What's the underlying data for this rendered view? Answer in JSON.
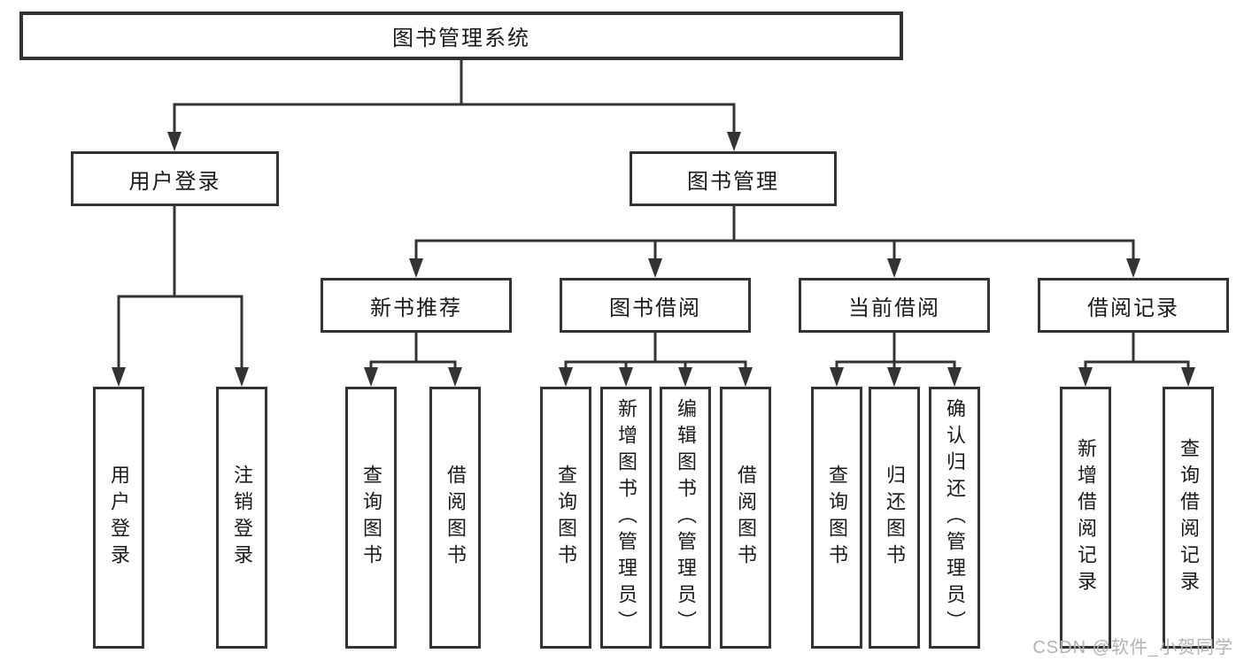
{
  "diagram": {
    "root": {
      "label": "图书管理系统"
    },
    "children": [
      {
        "label": "用户登录",
        "children": [
          {
            "label": "用户登录"
          },
          {
            "label": "注销登录"
          }
        ]
      },
      {
        "label": "图书管理",
        "children": [
          {
            "label": "新书推荐",
            "children": [
              {
                "label": "查询图书"
              },
              {
                "label": "借阅图书"
              }
            ]
          },
          {
            "label": "图书借阅",
            "children": [
              {
                "label": "查询图书"
              },
              {
                "label": "新增图书（管理员）"
              },
              {
                "label": "编辑图书（管理员）"
              },
              {
                "label": "借阅图书"
              }
            ]
          },
          {
            "label": "当前借阅",
            "children": [
              {
                "label": "查询图书"
              },
              {
                "label": "归还图书"
              },
              {
                "label": "确认归还（管理员）"
              }
            ]
          },
          {
            "label": "借阅记录",
            "children": [
              {
                "label": "新增借阅记录"
              },
              {
                "label": "查询借阅记录"
              }
            ]
          }
        ]
      }
    ]
  },
  "watermark": {
    "text": "CSDN @软件_小贺同学"
  },
  "colors": {
    "line": "#333333",
    "text": "#1a1a1a",
    "watermark": "#b3b3b3",
    "background": "#ffffff"
  }
}
